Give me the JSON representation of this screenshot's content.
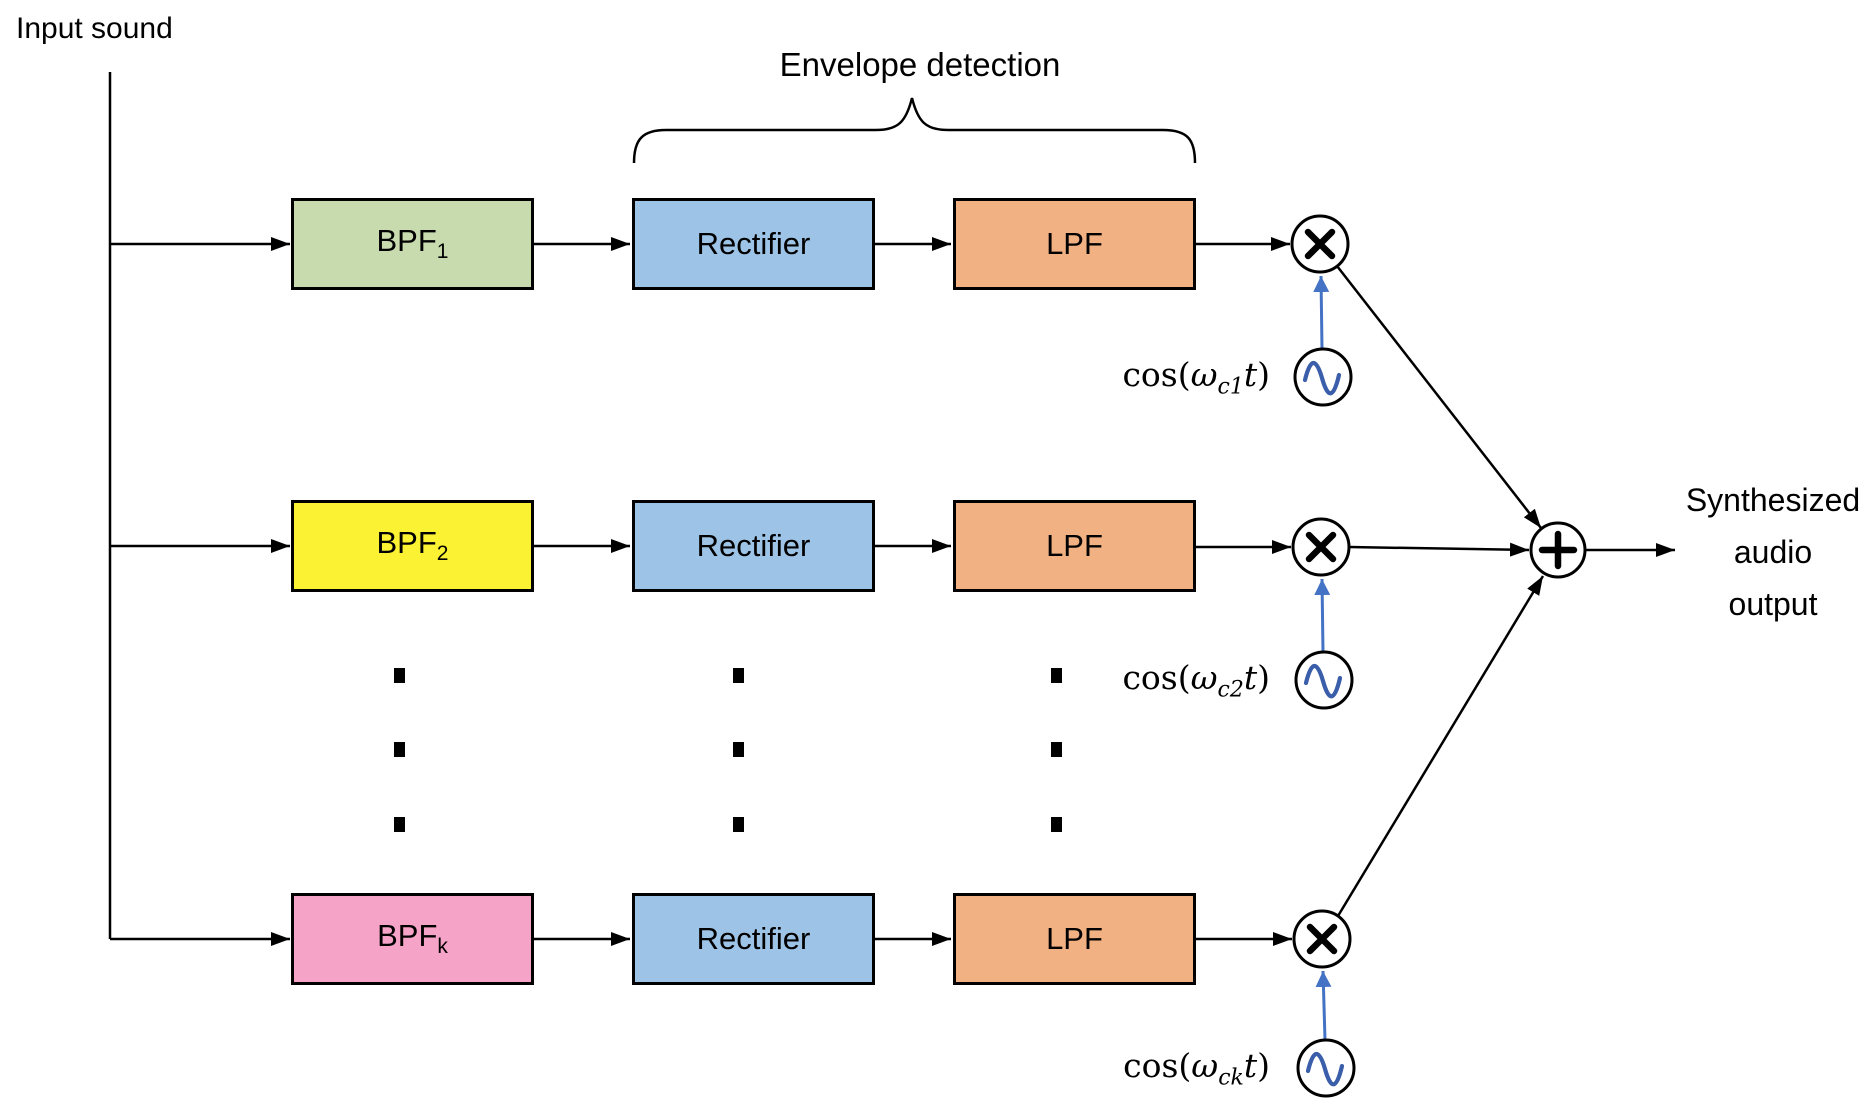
{
  "diagram": {
    "input_label": "Input sound",
    "envelope_label": "Envelope detection",
    "output_label": {
      "line1": "Synthesized",
      "line2": "audio",
      "line3": "output"
    }
  },
  "rows": [
    {
      "bpf": "BPF",
      "bpf_sub": "1",
      "rectifier": "Rectifier",
      "lpf": "LPF",
      "carrier_func": "cos(",
      "carrier_omega": "ω",
      "carrier_sub": "c1",
      "carrier_var": "t",
      "carrier_close": ")",
      "bpf_fill": "#c7dbae"
    },
    {
      "bpf": "BPF",
      "bpf_sub": "2",
      "rectifier": "Rectifier",
      "lpf": "LPF",
      "carrier_func": "cos(",
      "carrier_omega": "ω",
      "carrier_sub": "c2",
      "carrier_var": "t",
      "carrier_close": ")",
      "bpf_fill": "#faf233"
    },
    {
      "bpf": "BPF",
      "bpf_sub": "k",
      "rectifier": "Rectifier",
      "lpf": "LPF",
      "carrier_func": "cos(",
      "carrier_omega": "ω",
      "carrier_sub": "ck",
      "carrier_var": "t",
      "carrier_close": ")",
      "bpf_fill": "#f5a4c8"
    }
  ],
  "icons": {
    "multiply": "×",
    "sum": "+",
    "oscillator": "∿"
  },
  "colors": {
    "rectifier_fill": "#9dc3e6",
    "lpf_fill": "#f2b183",
    "arrow_blue": "#4472c4",
    "sine_blue": "#3a5ea9",
    "line": "#000000"
  }
}
